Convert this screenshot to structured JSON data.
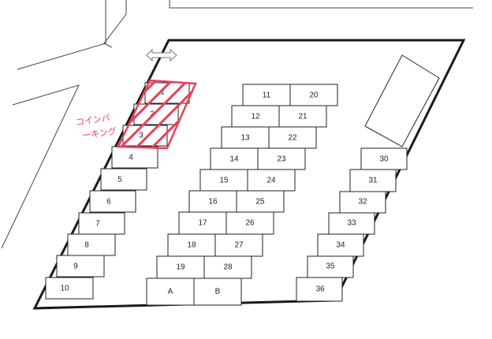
{
  "map": {
    "stall_labels": {
      "s1": "1",
      "s2": "2",
      "s3": "3",
      "s4": "4",
      "s5": "5",
      "s6": "6",
      "s7": "7",
      "s8": "8",
      "s9": "9",
      "s10": "10",
      "s11": "11",
      "s12": "12",
      "s13": "13",
      "s14": "14",
      "s15": "15",
      "s16": "16",
      "s17": "17",
      "s18": "18",
      "s19": "19",
      "s20": "20",
      "s21": "21",
      "s22": "22",
      "s23": "23",
      "s24": "24",
      "s25": "25",
      "s26": "26",
      "s27": "27",
      "s28": "28",
      "s30": "30",
      "s31": "31",
      "s32": "32",
      "s33": "33",
      "s34": "34",
      "s35": "35",
      "s36": "36",
      "sA": "A",
      "sB": "B"
    },
    "annotation": {
      "line1": "コインパ",
      "line2": "ーキング"
    },
    "colors": {
      "highlight": "#e8405a",
      "lot_border": "#1a1a1a"
    }
  }
}
